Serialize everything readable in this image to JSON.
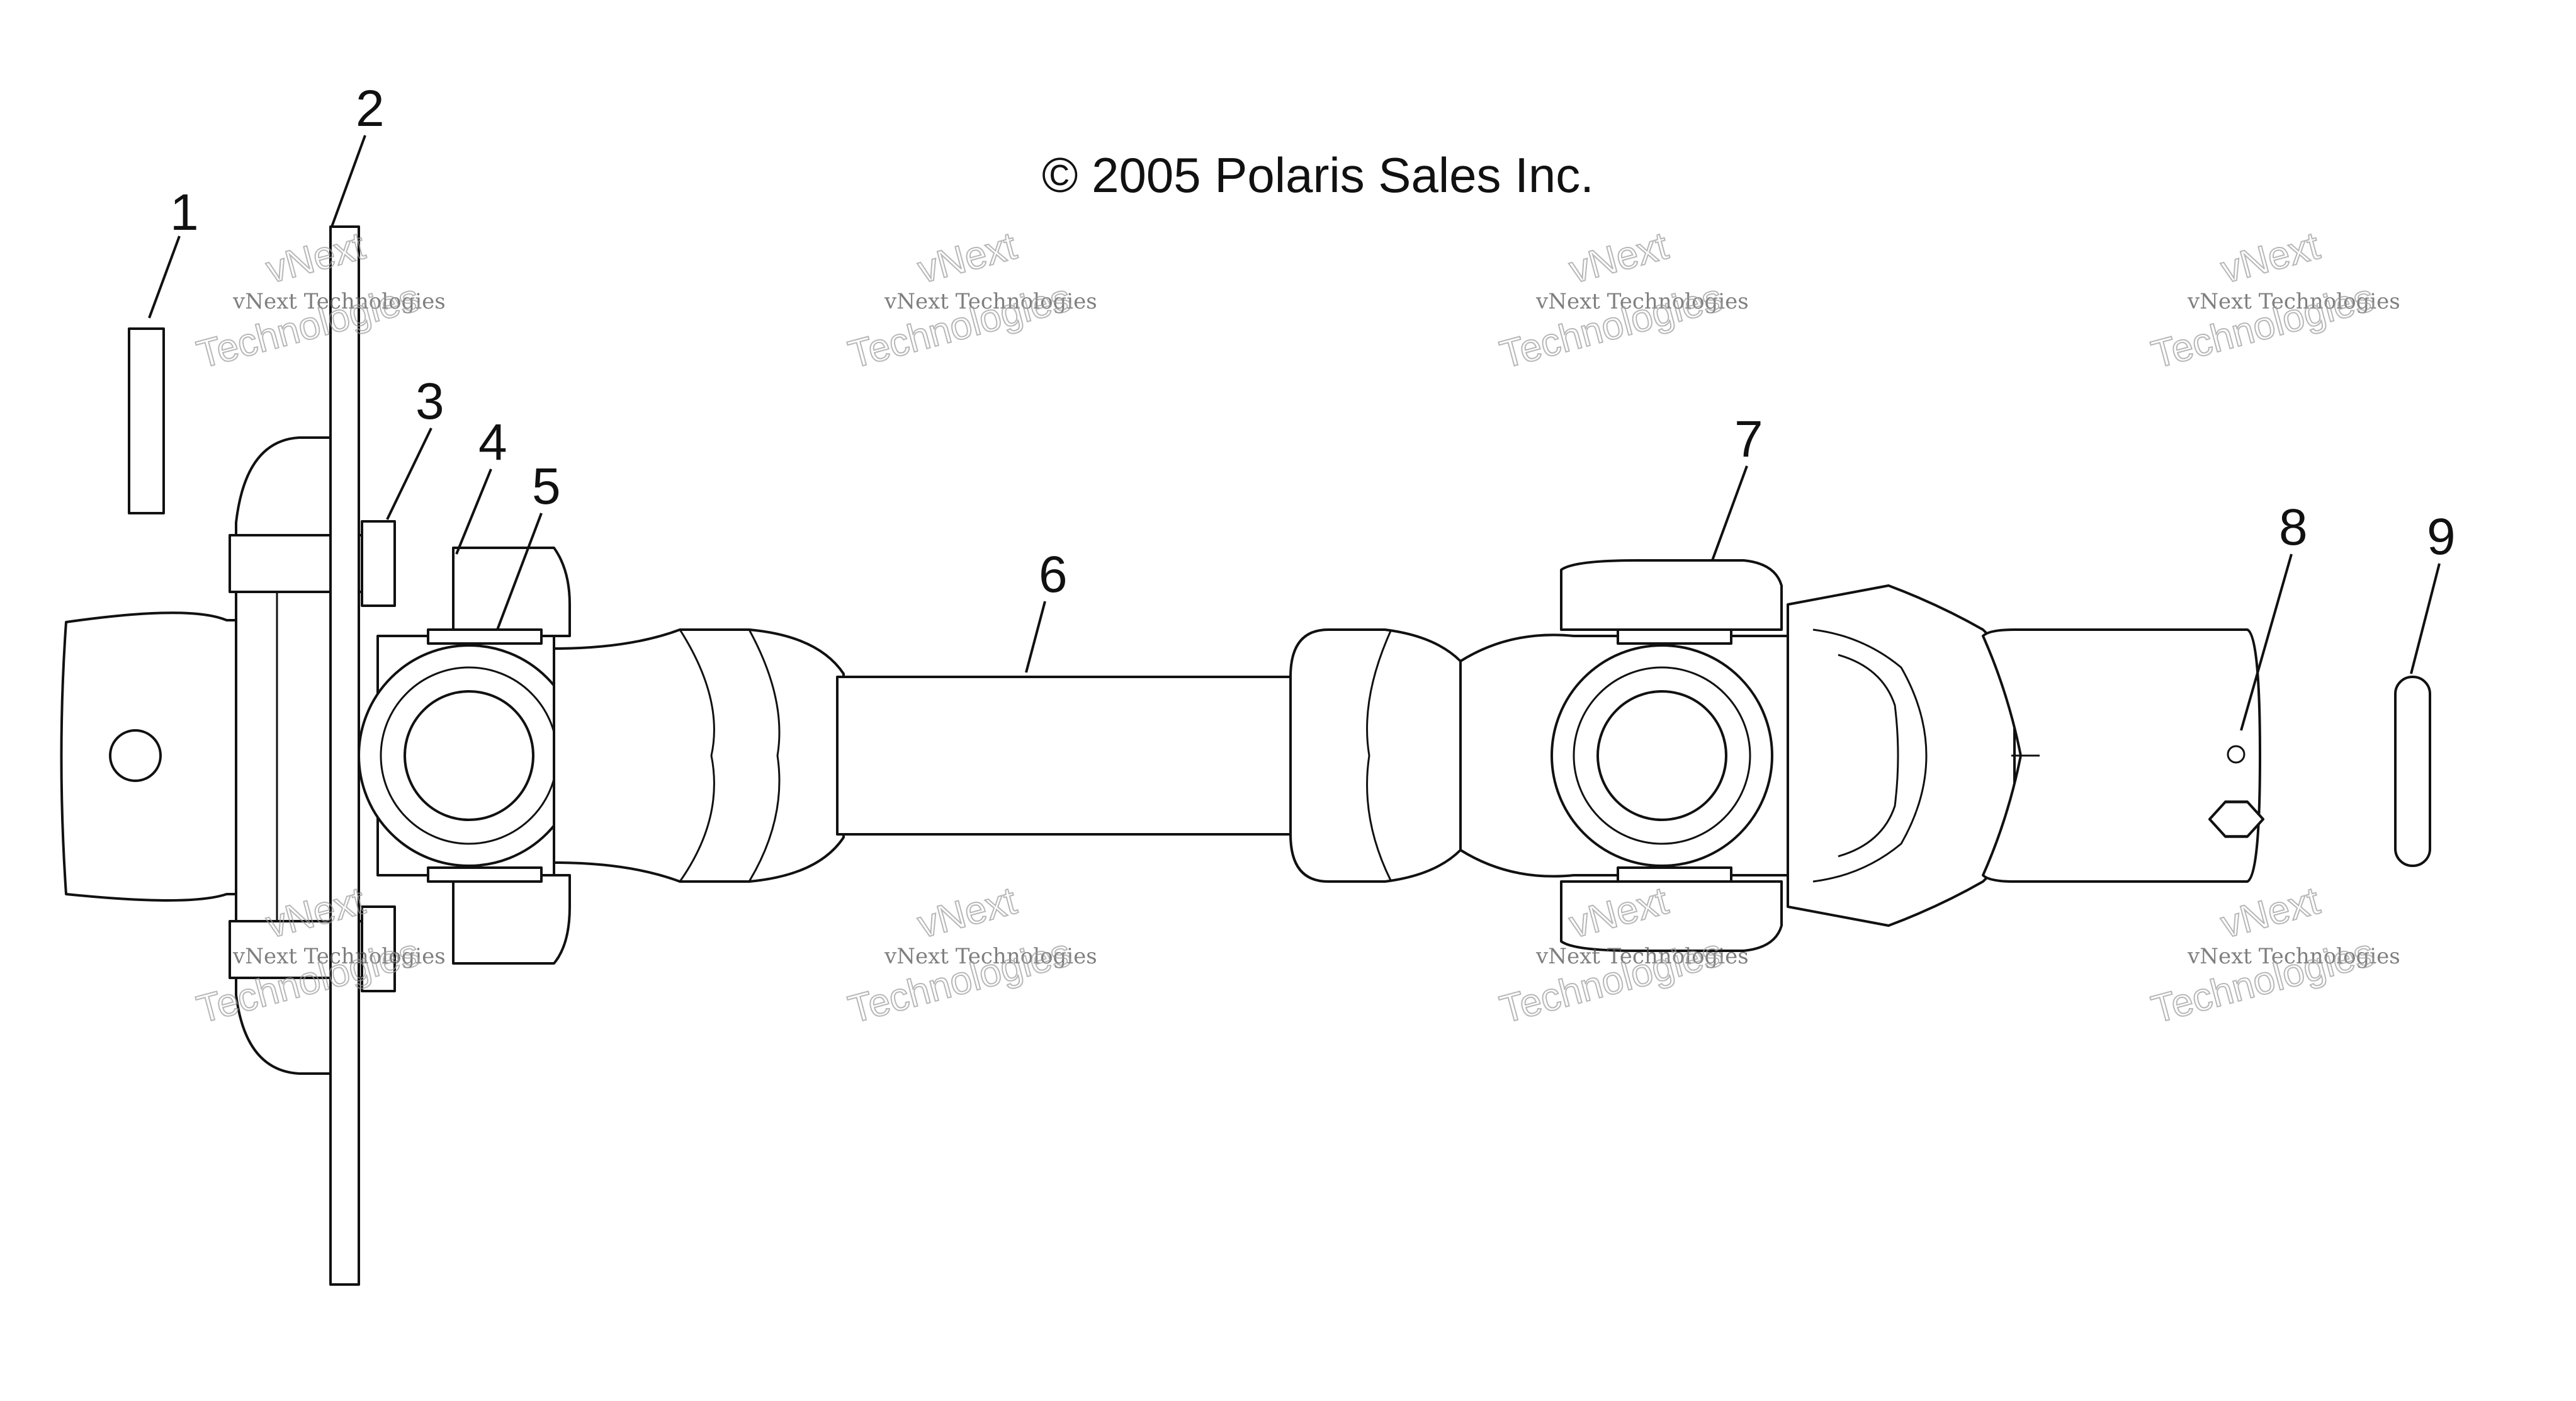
{
  "copyright": "© 2005 Polaris Sales Inc.",
  "callouts": [
    {
      "id": "1",
      "label": "1"
    },
    {
      "id": "2",
      "label": "2"
    },
    {
      "id": "3",
      "label": "3"
    },
    {
      "id": "4",
      "label": "4"
    },
    {
      "id": "5",
      "label": "5"
    },
    {
      "id": "6",
      "label": "6"
    },
    {
      "id": "7",
      "label": "7"
    },
    {
      "id": "8",
      "label": "8"
    },
    {
      "id": "9",
      "label": "9"
    }
  ],
  "watermark": {
    "line_small": "vNext Technologies",
    "line_large_1": "vNext",
    "line_large_2": "Technologies"
  },
  "colors": {
    "ink": "#111111",
    "background": "#ffffff"
  }
}
